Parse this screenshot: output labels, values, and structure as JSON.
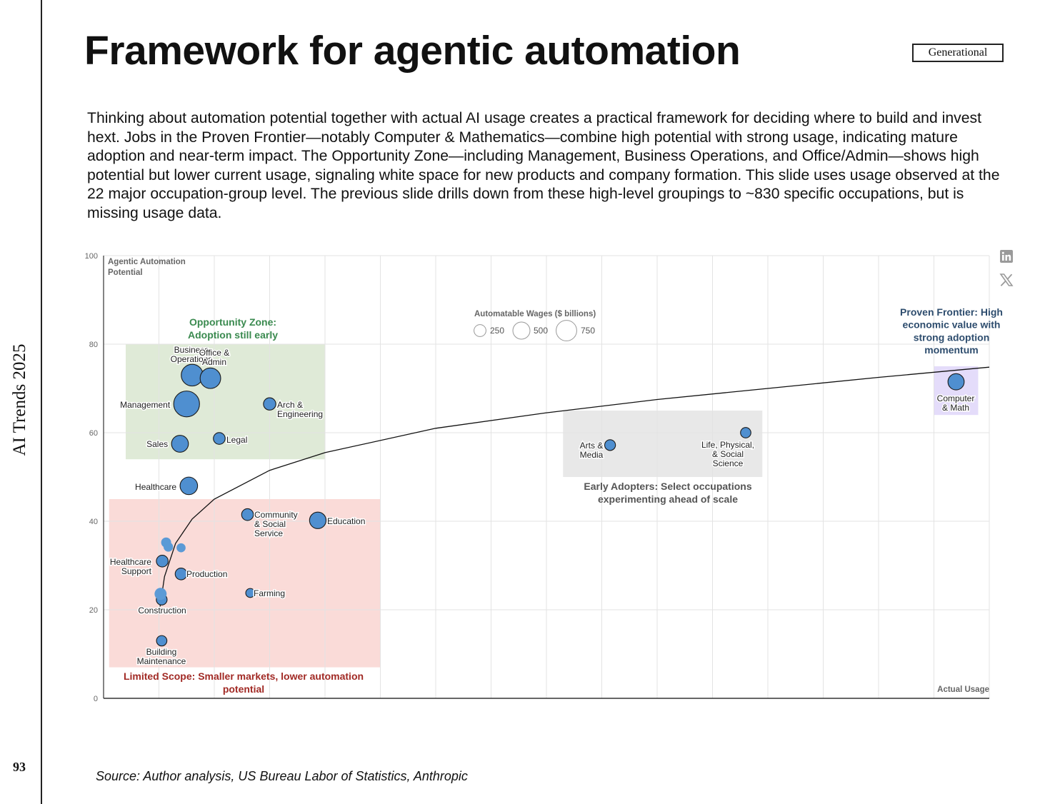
{
  "sidebar": {
    "label": "AI Trends 2025",
    "page_number": "93"
  },
  "header": {
    "title": "Framework for agentic automation",
    "brand": "Generational"
  },
  "body_text": "Thinking about automation potential together with actual AI usage creates a practical framework for deciding where to build and invest hext. Jobs in the Proven Frontier—notably Computer & Mathematics—combine high potential with strong usage, indicating mature adoption and near-term impact. The Opportunity Zone—including Management, Business Operations, and Office/Admin—shows high potential but lower current usage, signaling white space for new products and company formation. This slide uses usage observed at the 22 major occupation-group level. The previous slide drills down from these high-level groupings to ~830 specific occupations, but is missing usage data.",
  "footer": {
    "source": "Source: Author analysis, US Bureau Labor of Statistics, Anthropic"
  },
  "social_icons": [
    "linkedin-icon",
    "x-icon"
  ],
  "chart_data": {
    "type": "scatter",
    "title": "",
    "ylabel": "Agentic Automation Potential",
    "xlabel": "Actual Usage",
    "ylim": [
      0,
      100
    ],
    "xlim": [
      0,
      16
    ],
    "yticks": [
      0,
      20,
      40,
      60,
      80,
      100
    ],
    "grid": true,
    "size_legend": {
      "title": "Automatable Wages ($ billions)",
      "entries": [
        {
          "label": "250",
          "value": 250
        },
        {
          "label": "500",
          "value": 500
        },
        {
          "label": "750",
          "value": 750
        }
      ]
    },
    "zones": [
      {
        "name": "Opportunity Zone",
        "label": "Opportunity Zone: Adoption still early",
        "x": [
          0.4,
          4.0
        ],
        "y": [
          54,
          80
        ],
        "color": "#dfead7",
        "text_color": "#3a8a4f"
      },
      {
        "name": "Limited Scope",
        "label": "Limited Scope: Smaller markets, lower automation potential",
        "x": [
          0.1,
          5.0
        ],
        "y": [
          7,
          45
        ],
        "color": "#fadbd8",
        "text_color": "#a12a25"
      },
      {
        "name": "Early Adopters",
        "label": "Early Adopters: Select occupations experimenting ahead of scale",
        "x": [
          8.3,
          11.9
        ],
        "y": [
          50,
          65
        ],
        "color": "#e8e8e8",
        "text_color": "#555555"
      },
      {
        "name": "Proven Frontier",
        "label": "Proven Frontier: High economic value with strong adoption momentum",
        "x": [
          15.0,
          15.8
        ],
        "y": [
          64,
          75
        ],
        "color": "#e4dcfa",
        "text_color": "#2e4d6e"
      }
    ],
    "points": [
      {
        "label": "Business Operations",
        "x": 1.6,
        "y": 73,
        "wages": 350
      },
      {
        "label": "Office & Admin",
        "x": 1.93,
        "y": 72.3,
        "wages": 300
      },
      {
        "label": "Management",
        "x": 1.5,
        "y": 66.5,
        "wages": 550
      },
      {
        "label": "Arch & Engineering",
        "x": 3.0,
        "y": 66.5,
        "wages": 60
      },
      {
        "label": "Sales",
        "x": 1.38,
        "y": 57.5,
        "wages": 170
      },
      {
        "label": "Legal",
        "x": 2.09,
        "y": 58.7,
        "wages": 50
      },
      {
        "label": "Healthcare",
        "x": 1.54,
        "y": 48,
        "wages": 190
      },
      {
        "label": "Community & Social Service",
        "x": 2.6,
        "y": 41.5,
        "wages": 50
      },
      {
        "label": "Education",
        "x": 3.87,
        "y": 40.2,
        "wages": 160
      },
      {
        "label": "Healthcare Support",
        "x": 1.06,
        "y": 31,
        "wages": 50
      },
      {
        "label": "Production",
        "x": 1.4,
        "y": 28.1,
        "wages": 50
      },
      {
        "label": "Farming",
        "x": 2.65,
        "y": 23.8,
        "wages": 15
      },
      {
        "label": "Construction",
        "x": 1.05,
        "y": 22.3,
        "wages": 35
      },
      {
        "label": "Building Maintenance",
        "x": 1.05,
        "y": 13,
        "wages": 30
      },
      {
        "label": "Arts & Media",
        "x": 9.15,
        "y": 57.2,
        "wages": 35
      },
      {
        "label": "Life, Physical, & Social Science",
        "x": 11.6,
        "y": 60,
        "wages": 30
      },
      {
        "label": "Computer & Math",
        "x": 15.4,
        "y": 71.5,
        "wages": 150
      },
      {
        "label": "",
        "x": 1.13,
        "y": 35.2,
        "wages": 25
      },
      {
        "label": "",
        "x": 1.17,
        "y": 34.2,
        "wages": 20
      },
      {
        "label": "",
        "x": 1.4,
        "y": 34,
        "wages": 15
      },
      {
        "label": "",
        "x": 1.03,
        "y": 23.6,
        "wages": 55
      }
    ],
    "trend_line": [
      {
        "x": 1.0,
        "y": 19
      },
      {
        "x": 1.1,
        "y": 27.5
      },
      {
        "x": 1.3,
        "y": 35
      },
      {
        "x": 1.6,
        "y": 40.5
      },
      {
        "x": 2.0,
        "y": 45
      },
      {
        "x": 3.0,
        "y": 51.5
      },
      {
        "x": 4.0,
        "y": 55.5
      },
      {
        "x": 6.0,
        "y": 61
      },
      {
        "x": 8.0,
        "y": 64.5
      },
      {
        "x": 10.0,
        "y": 67.5
      },
      {
        "x": 12.0,
        "y": 70
      },
      {
        "x": 14.0,
        "y": 72.5
      },
      {
        "x": 16.0,
        "y": 74.8
      }
    ]
  }
}
